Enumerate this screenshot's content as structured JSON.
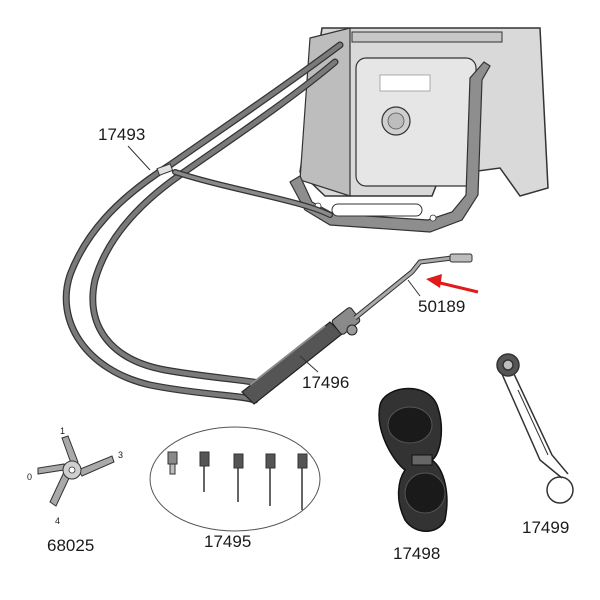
{
  "parts": {
    "hose": "17493",
    "nozzle": "50189",
    "torch_handle": "17496",
    "burner_tips_set": "17495",
    "goggles": "17498",
    "flint_lighter": "17499",
    "tip_cleaner_star": "68025"
  },
  "star_positions": [
    "0",
    "1",
    "3",
    "4"
  ],
  "colors": {
    "line": "#333333",
    "hose_fill": "#6e6e6e",
    "arrow": "#e01b1b",
    "body_fill": "#d9d9d9"
  }
}
